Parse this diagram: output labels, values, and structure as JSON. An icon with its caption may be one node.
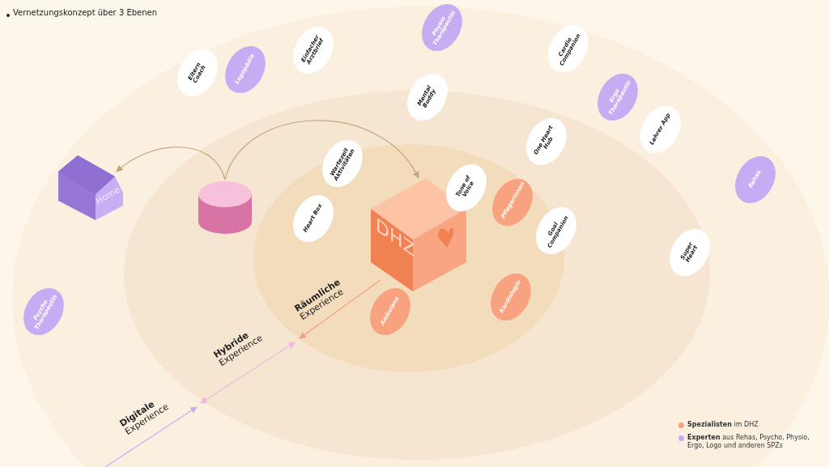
{
  "diagram": {
    "title": "Vernetzungskonzept über 3 Ebenen",
    "nodes": [
      {
        "text": [
          "Home"
        ]
      },
      {
        "text": [],
        "shape": "cylinder"
      },
      {
        "text": [
          "DHZ"
        ]
      },
      {
        "text": [
          "Physio Therapeutin"
        ]
      },
      {
        "text": [
          "Cardio Companion"
        ]
      },
      {
        "text": [
          "Einfacher Arztbrief"
        ]
      },
      {
        "text": [
          "Logopädin"
        ]
      },
      {
        "text": [
          "Eltern Coach"
        ]
      },
      {
        "text": [
          "Mental Buddy"
        ]
      },
      {
        "text": [
          "Ergo Therapeutin"
        ]
      },
      {
        "text": [
          "Lehrer App"
        ]
      },
      {
        "text": [
          "One Heart Hub"
        ]
      },
      {
        "text": [
          "Wartezeit Aktivitäten"
        ]
      },
      {
        "text": [
          "Rehas"
        ]
      },
      {
        "text": [
          "Tone of Voice"
        ]
      },
      {
        "text": [
          "Pflegerinnen"
        ]
      },
      {
        "text": [
          "Heart Box"
        ]
      },
      {
        "text": [
          "Goal Companion"
        ]
      },
      {
        "text": [
          "Super Heart"
        ]
      },
      {
        "text": [
          "Kardiologin"
        ]
      },
      {
        "text": [
          "Psycho Therapeutin"
        ]
      },
      {
        "text": [
          "Ambulanz"
        ]
      }
    ],
    "edges": [
      {
        "from": 1,
        "to": 0,
        "arrow": "to"
      },
      {
        "from": 1,
        "to": 2,
        "arrow": "to"
      }
    ],
    "labels": [
      "**Räumliche** Experience",
      "**Hybride** Experience",
      "**Digitale** Experience"
    ],
    "legend": [
      {
        "text": "**Spezialisten** im DHZ",
        "color": "#f8a27f"
      },
      {
        "text": "**Experten** aus Rehas, Psycho, Physio, Ergo, Logo und anderen SPZs",
        "color": "#c6adf3"
      }
    ]
  }
}
